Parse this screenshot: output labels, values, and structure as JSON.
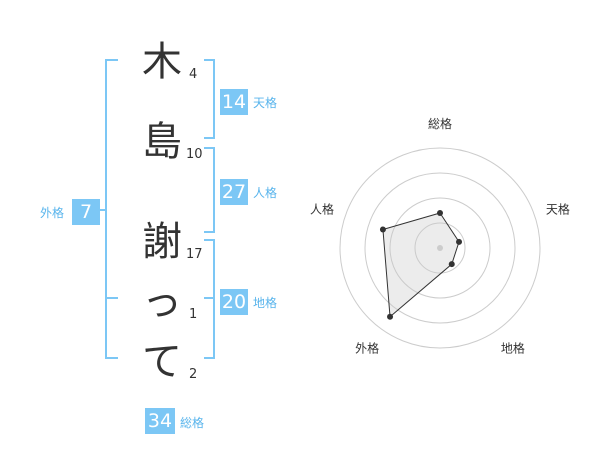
{
  "name": {
    "characters": [
      {
        "char": "木",
        "strokes": "4"
      },
      {
        "char": "島",
        "strokes": "10"
      },
      {
        "char": "謝",
        "strokes": "17"
      },
      {
        "char": "っ",
        "strokes": "1"
      },
      {
        "char": "て",
        "strokes": "2"
      }
    ]
  },
  "fortune": {
    "tenkaku": {
      "value": "14",
      "label": "天格"
    },
    "jinkaku": {
      "value": "27",
      "label": "人格"
    },
    "chikaku": {
      "value": "20",
      "label": "地格"
    },
    "gaikaku": {
      "value": "7",
      "label": "外格"
    },
    "soukaku": {
      "value": "34",
      "label": "総格"
    }
  },
  "colors": {
    "accent": "#7cc7f5",
    "accent_text": "#58b4ec",
    "text": "#333333",
    "grid": "#cccccc"
  },
  "chart_data": {
    "type": "radar",
    "axes": [
      "総格",
      "天格",
      "地格",
      "外格",
      "人格"
    ],
    "values": [
      0.35,
      0.2,
      0.2,
      0.85,
      0.6
    ],
    "max": 1,
    "rings": 4
  }
}
